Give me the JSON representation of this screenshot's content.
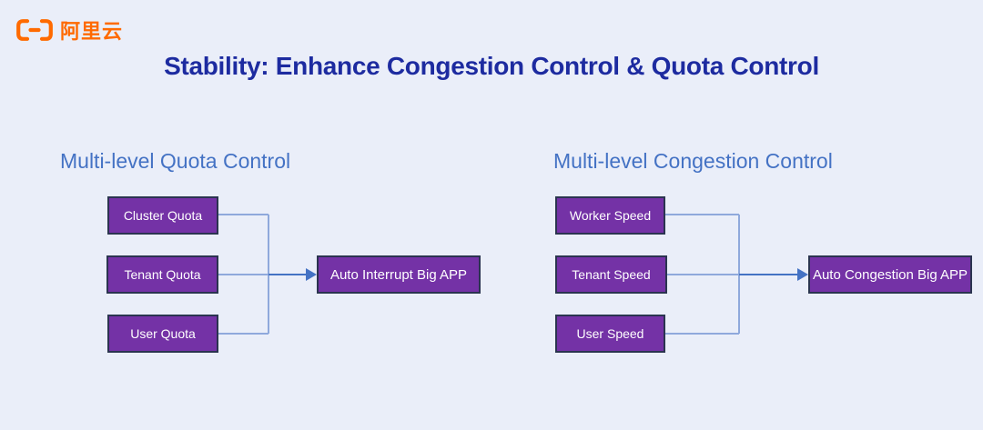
{
  "page": {
    "logo": {
      "brand": "阿里云"
    },
    "title": "Stability: Enhance Congestion Control & Quota Control"
  },
  "colors": {
    "bg": "#eaeef9",
    "box_fill": "#7432a6",
    "box_border": "#2b3450",
    "box_text": "#ffffff",
    "line": "#8fa9dc",
    "arrow": "#4472c4",
    "title": "#1d2ba0",
    "heading": "#4472c4",
    "brand": "#ff6a00"
  },
  "diagrams": [
    {
      "id": "quota-control",
      "heading": "Multi-level Quota Control",
      "sources": [
        "Cluster Quota",
        "Tenant Quota",
        "User Quota"
      ],
      "target": "Auto Interrupt Big APP"
    },
    {
      "id": "congestion-control",
      "heading": "Multi-level Congestion Control",
      "sources": [
        "Worker Speed",
        "Tenant Speed",
        "User Speed"
      ],
      "target": "Auto Congestion Big APP"
    }
  ]
}
